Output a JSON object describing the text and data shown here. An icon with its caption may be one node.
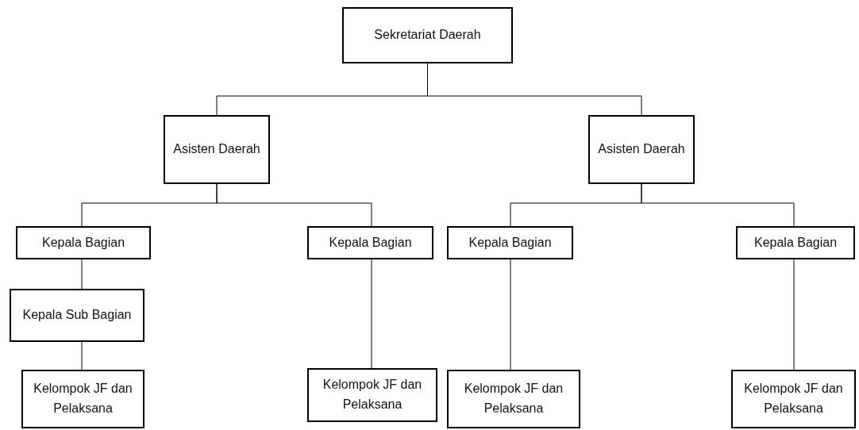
{
  "diagram": {
    "nodes": [
      {
        "text": [
          "Sekretariat Daerah"
        ]
      },
      {
        "text": [
          "Asisten Daerah"
        ]
      },
      {
        "text": [
          "Asisten Daerah"
        ]
      },
      {
        "text": [
          "Kepala Bagian"
        ]
      },
      {
        "text": [
          "Kepala Bagian"
        ]
      },
      {
        "text": [
          "Kepala Bagian"
        ]
      },
      {
        "text": [
          "Kepala Bagian"
        ]
      },
      {
        "text": [
          "Kepala Sub Bagian"
        ]
      },
      {
        "text": [
          "Kelompok JF dan Pelaksana"
        ]
      },
      {
        "text": [
          "Kelompok JF dan Pelaksana"
        ]
      },
      {
        "text": [
          "Kelompok JF dan Pelaksana"
        ]
      },
      {
        "text": [
          "Kelompok JF dan Pelaksana"
        ]
      }
    ],
    "edges": [
      {
        "from": 0,
        "to": 1,
        "arrow": "none"
      },
      {
        "from": 0,
        "to": 2,
        "arrow": "none"
      },
      {
        "from": 1,
        "to": 3,
        "arrow": "none"
      },
      {
        "from": 1,
        "to": 4,
        "arrow": "none"
      },
      {
        "from": 2,
        "to": 5,
        "arrow": "none"
      },
      {
        "from": 2,
        "to": 6,
        "arrow": "none"
      },
      {
        "from": 3,
        "to": 7,
        "arrow": "none"
      },
      {
        "from": 7,
        "to": 8,
        "arrow": "none"
      },
      {
        "from": 4,
        "to": 9,
        "arrow": "none"
      },
      {
        "from": 5,
        "to": 10,
        "arrow": "none"
      },
      {
        "from": 6,
        "to": 11,
        "arrow": "none"
      }
    ]
  }
}
